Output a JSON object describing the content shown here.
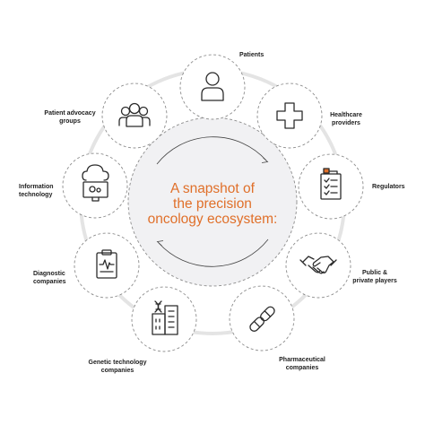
{
  "center": {
    "lines": [
      "A snapshot of",
      "the precision",
      "oncology ecosystem:"
    ]
  },
  "nodes": [
    {
      "id": "patients",
      "icon": "person-icon",
      "label_lines": [
        "Patients"
      ]
    },
    {
      "id": "healthcare-providers",
      "icon": "medical-cross-icon",
      "label_lines": [
        "Healthcare",
        "providers"
      ]
    },
    {
      "id": "regulators",
      "icon": "checklist-icon",
      "label_lines": [
        "Regulators"
      ]
    },
    {
      "id": "public-private-players",
      "icon": "handshake-icon",
      "label_lines": [
        "Public &",
        "private players"
      ]
    },
    {
      "id": "pharmaceutical-companies",
      "icon": "pills-icon",
      "label_lines": [
        "Pharmaceutical",
        "companies"
      ]
    },
    {
      "id": "genetic-technology-companies",
      "icon": "dna-building-icon",
      "label_lines": [
        "Genetic technology",
        "companies"
      ]
    },
    {
      "id": "diagnostic-companies",
      "icon": "clipboard-ecg-icon",
      "label_lines": [
        "Diagnostic",
        "companies"
      ]
    },
    {
      "id": "information-technology",
      "icon": "cloud-monitor-icon",
      "label_lines": [
        "Information",
        "technology"
      ]
    },
    {
      "id": "patient-advocacy-groups",
      "icon": "group-icon",
      "label_lines": [
        "Patient advocacy",
        "groups"
      ]
    }
  ],
  "colors": {
    "accent": "#e0702a",
    "ring": "#e4e4e4",
    "center_fill": "#f1f1f3",
    "dashed_stroke": "#8c8c8c",
    "icon_stroke": "#2b2b2b"
  }
}
